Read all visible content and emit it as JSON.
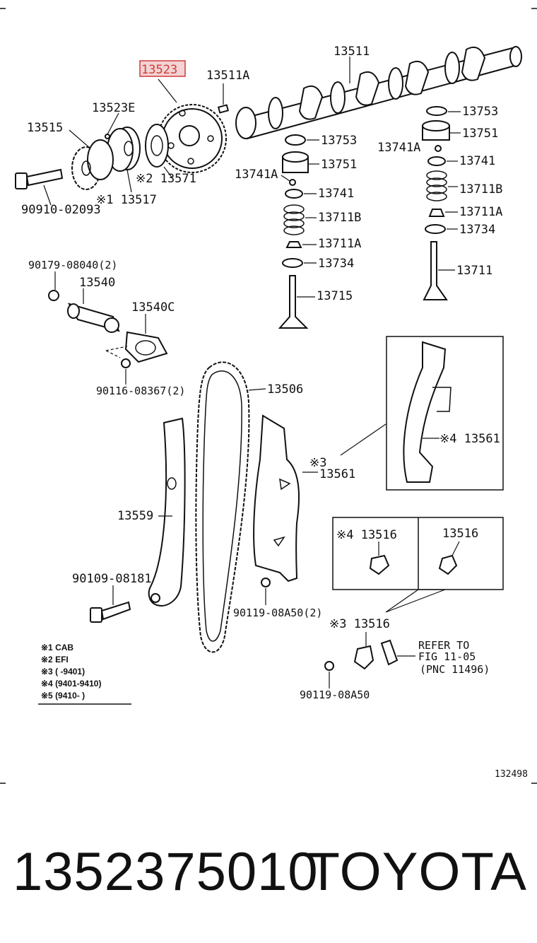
{
  "highlight": {
    "part": "13523",
    "color": "#d23a3a"
  },
  "labels": {
    "p13511": "13511",
    "p13523": "13523",
    "p13511A": "13511A",
    "p13523E": "13523E",
    "p13515": "13515",
    "p13571": "※2 13571",
    "p13517": "※1 13517",
    "bolt": "90910-02093",
    "p13753a": "13753",
    "p13751a": "13751",
    "p13741Aa": "13741A",
    "p13741a": "13741",
    "p13711Ba": "13711B",
    "p13711Aa": "13711A",
    "p13734a": "13734",
    "p13715": "13715",
    "p13753b": "13753",
    "p13751b": "13751",
    "p13741Ab": "13741A",
    "p13741b": "13741",
    "p13711Bb": "13711B",
    "p13711Ab": "13711A",
    "p13734b": "13734",
    "p13711": "13711",
    "p90179": "90179-08040(2)",
    "p13540": "13540",
    "p13540C": "13540C",
    "p90116": "90116-08367(2)",
    "p13506": "13506",
    "p13561inset": "※4 13561",
    "p3ref": "※3",
    "p13561": "13561",
    "p13559": "13559",
    "p13516a": "※4 13516",
    "p13516b": "13516",
    "p90109": "90109-08181",
    "p90119a": "90119-08A50(2)",
    "p13516c": "※3 13516",
    "refer1": "REFER TO",
    "refer2": "FIG 11-05",
    "refer3": "(PNC 11496)",
    "p90119b": "90119-08A50",
    "figno": "132498"
  },
  "legend": [
    "※1 CAB",
    "※2 EFI",
    "※3 (      -9401)",
    "※4 (9401-9410)",
    "※5 (9410-      )"
  ],
  "footer": {
    "part_number": "1352375010",
    "brand": "TOYOTA"
  }
}
